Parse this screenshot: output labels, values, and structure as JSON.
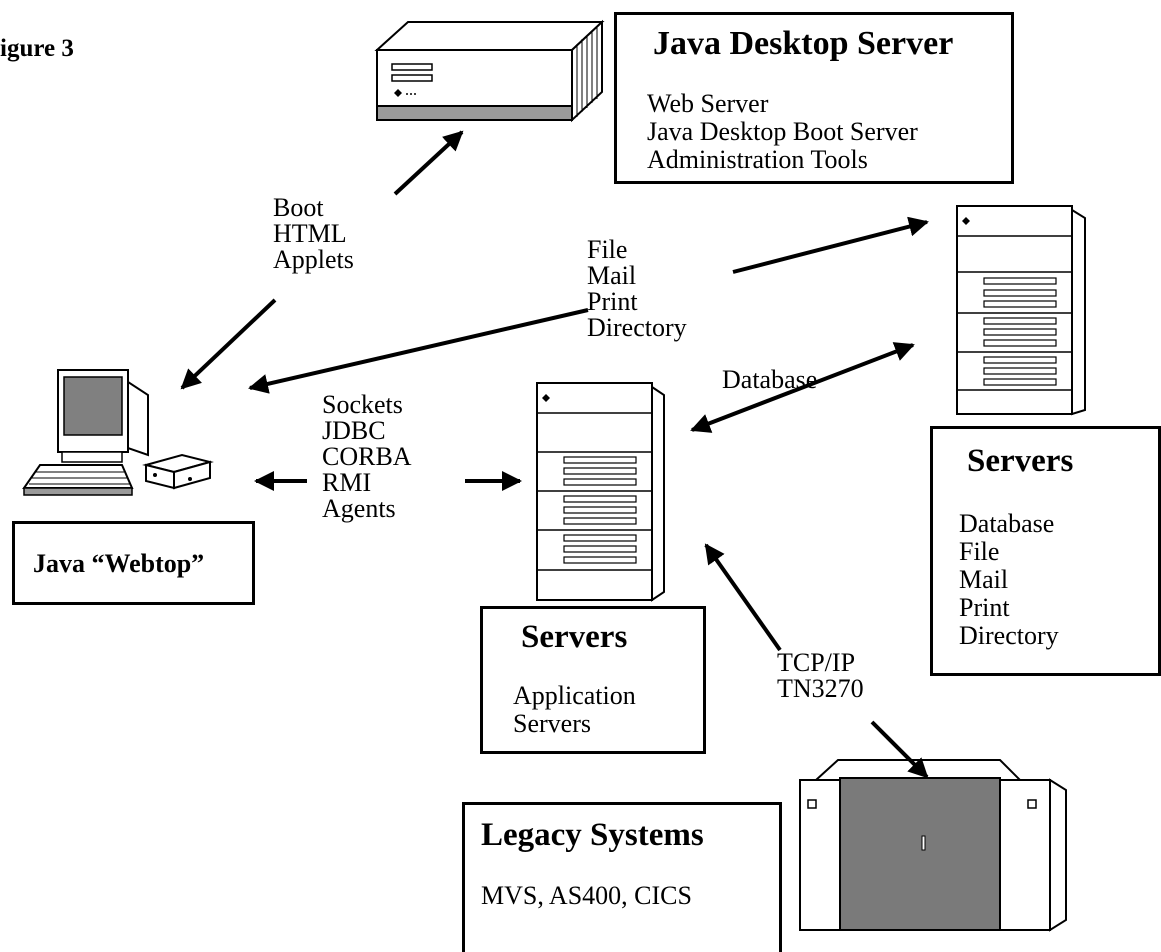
{
  "figure_label": "igure 3",
  "desktop_server": {
    "title": "Java Desktop Server",
    "items": [
      "Web Server",
      "Java Desktop Boot Server",
      "Administration Tools"
    ]
  },
  "boot_labels": [
    "Boot",
    "HTML",
    "Applets"
  ],
  "service_labels": [
    "File",
    "Mail",
    "Print",
    "Directory"
  ],
  "database_label": "Database",
  "protocol_labels": [
    "Sockets",
    "JDBC",
    "CORBA",
    "RMI",
    "Agents"
  ],
  "webtop": {
    "title": "Java “Webtop”"
  },
  "app_servers": {
    "title": "Servers",
    "items": [
      "Application",
      "Servers"
    ]
  },
  "right_servers": {
    "title": "Servers",
    "items": [
      "Database",
      "File",
      "Mail",
      "Print",
      "Directory"
    ]
  },
  "legacy_link_labels": [
    "TCP/IP",
    "TN3270"
  ],
  "legacy": {
    "title": "Legacy Systems",
    "items": [
      "MVS, AS400, CICS"
    ]
  },
  "colors": {
    "ink": "#000000",
    "device_gray": "#9a9a9a",
    "screen_gray": "#808080",
    "panel_gray": "#7a7a7a"
  }
}
